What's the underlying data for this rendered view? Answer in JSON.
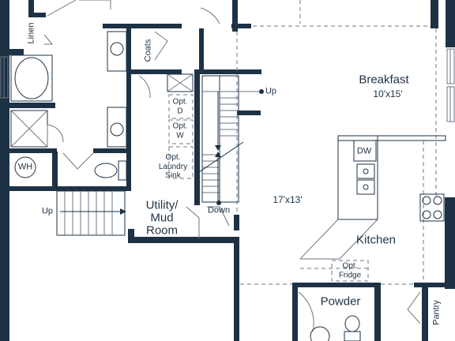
{
  "rooms": {
    "breakfast": {
      "name": "Breakfast",
      "dimensions": "10'x15'"
    },
    "family": {
      "dimensions": "17'x13'"
    },
    "kitchen": {
      "name": "Kitchen"
    },
    "utility": {
      "name": "Utility/\nMud\nRoom"
    },
    "powder": {
      "name": "Powder"
    }
  },
  "labels": {
    "linen": "Linen",
    "coats": "Coats",
    "pantry": "Pantry",
    "wh": "WH",
    "dw": "DW",
    "opt_d": "Opt.\nD",
    "opt_w": "Opt.\nW",
    "opt_laundry_sink": "Opt.\nLaundry\nSink",
    "opt_fridge": "Opt.\nFridge"
  },
  "stairs": {
    "up_main": "Up",
    "up_lower": "Up",
    "down": "Down"
  },
  "colors": {
    "wall": "#1e3245",
    "thin_line": "#6d7784",
    "background": "#ffffff"
  }
}
